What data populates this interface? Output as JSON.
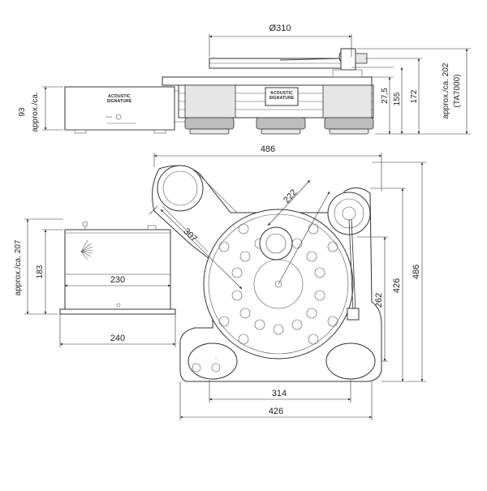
{
  "brand": {
    "logo_line1": "ACOUSTIC",
    "logo_line2": "SIGNATURE"
  },
  "dimensions": {
    "platter_diameter": "Ø310",
    "height_27": "27,5",
    "height_155": "155",
    "height_172": "172",
    "height_202": "approx./ca. 202",
    "height_202_note": "(TA7000)",
    "psu_height_93": "93",
    "psu_height_93_note": "approx./ca.",
    "top_width_486": "486",
    "depth_486": "486",
    "depth_426": "426",
    "arm_dist_262": "262",
    "arm_dist_222": "222",
    "arm_dist_307": "307",
    "bottom_314": "314",
    "bottom_426": "426",
    "psu_height_207": "approx./ca. 207",
    "psu_height_183": "183",
    "psu_width_230": "230",
    "psu_width_240": "240"
  }
}
